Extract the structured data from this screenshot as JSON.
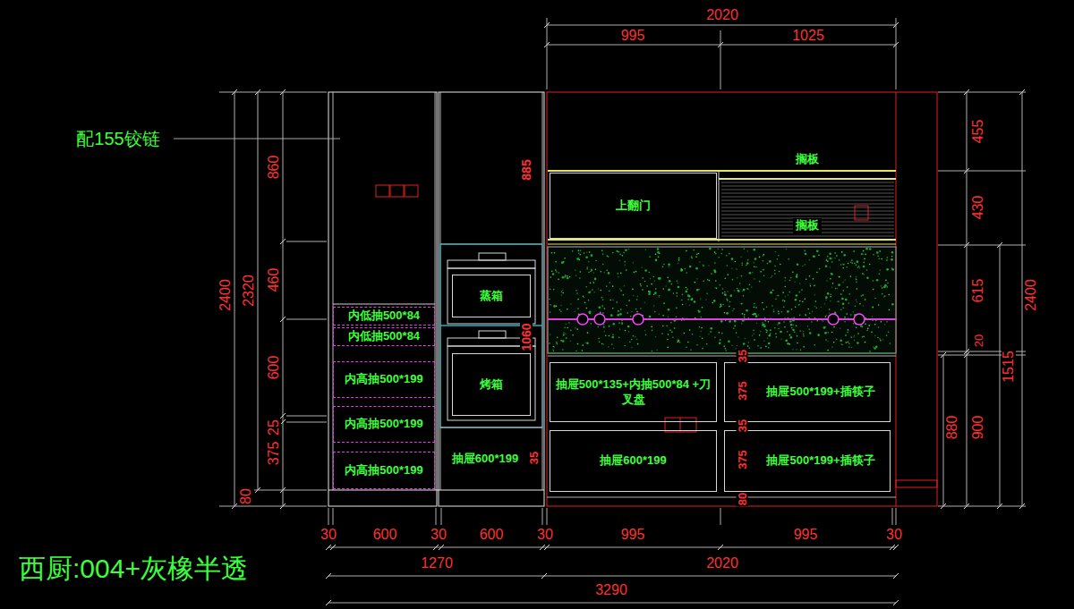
{
  "diagram": {
    "title": "西厨:004+灰橡半透",
    "nodes": [
      {
        "text": [
          "内低抽500*84"
        ]
      },
      {
        "text": [
          "内低抽500*84"
        ]
      },
      {
        "text": [
          "内高抽500*199"
        ]
      },
      {
        "text": [
          "内高抽500*199"
        ]
      },
      {
        "text": [
          "内高抽500*199"
        ]
      },
      {
        "text": [
          "蒸箱"
        ]
      },
      {
        "text": [
          "烤箱"
        ]
      },
      {
        "text": [
          "抽屉600*199"
        ]
      },
      {
        "text": [
          "上翻门"
        ]
      },
      {
        "text": [
          "搁板"
        ]
      },
      {
        "text": [
          "搁板"
        ]
      },
      {
        "text": [
          "抽屉500*135+内抽500*84 +刀叉盘"
        ]
      },
      {
        "text": [
          "抽屉500*199+插筷子"
        ]
      },
      {
        "text": [
          "抽屉600*199"
        ]
      },
      {
        "text": [
          "抽屉500*199+插筷子"
        ]
      }
    ],
    "labels": [
      "2020",
      "995",
      "1025",
      "配155铰链",
      "2400",
      "2320",
      "860",
      "460",
      "600",
      "25",
      "375",
      "80",
      "885",
      "1060",
      "35",
      "35",
      "375",
      "35",
      "375",
      "80",
      "455",
      "430",
      "615",
      "20",
      "1515",
      "2400",
      "880",
      "900",
      "30",
      "600",
      "30",
      "600",
      "30",
      "995",
      "995",
      "30",
      "1270",
      "2020",
      "3290"
    ]
  }
}
